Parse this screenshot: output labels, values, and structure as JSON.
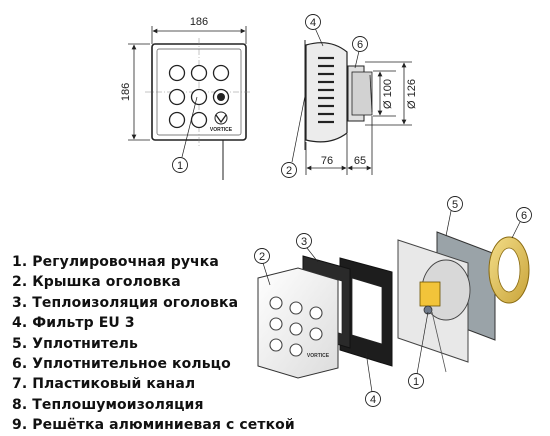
{
  "front_view": {
    "width_label": "186",
    "height_label": "186",
    "brand_text": "VORTICE",
    "callout": "1"
  },
  "side_view": {
    "callouts": [
      "4",
      "6",
      "2"
    ],
    "dim_depth_1": "76",
    "dim_depth_2": "65",
    "dim_diameter_1": "Ø 100",
    "dim_diameter_2": "Ø 126"
  },
  "exploded_view": {
    "callouts": [
      "2",
      "3",
      "5",
      "6",
      "1",
      "4"
    ],
    "brand_text": "VORTICE"
  },
  "legend": [
    "1. Регулировочная ручка",
    "2. Крышка оголовка",
    "3. Теплоизоляция оголовка",
    "4. Фильтр  EU 3",
    "5. Уплотнитель",
    "6. Уплотнительное кольцо",
    "7. Пластиковый канал",
    "8. Теплошумоизоляция",
    "9. Решётка алюминиевая с сеткой"
  ]
}
